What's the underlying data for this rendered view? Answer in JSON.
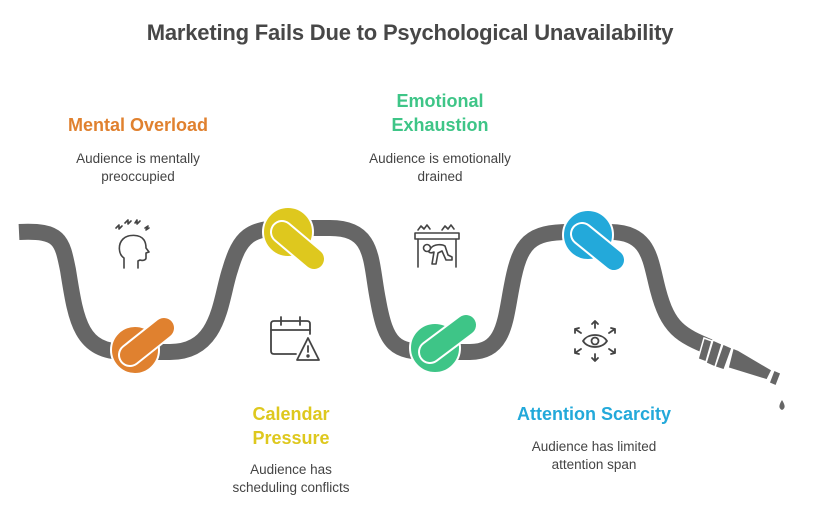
{
  "title": "Marketing Fails Due to Psychological Unavailability",
  "colors": {
    "hose": "#666666",
    "orange": "#E0812F",
    "yellow": "#DEC81E",
    "green": "#3EC587",
    "blue": "#23A9DA",
    "text": "#444444",
    "title": "#474747"
  },
  "stages": [
    {
      "label": "Mental Overload",
      "description_line1": "Audience is mentally",
      "description_line2": "preoccupied",
      "icon": "stressed-head-icon",
      "color": "#E0812F"
    },
    {
      "label_line1": "Calendar",
      "label_line2": "Pressure",
      "description_line1": "Audience has",
      "description_line2": "scheduling conflicts",
      "icon": "calendar-warning-icon",
      "color": "#DEC81E"
    },
    {
      "label_line1": "Emotional",
      "label_line2": "Exhaustion",
      "description_line1": "Audience is emotionally",
      "description_line2": "drained",
      "icon": "exhausted-person-icon",
      "color": "#3EC587"
    },
    {
      "label": "Attention Scarcity",
      "description_line1": "Audience has limited",
      "description_line2": "attention span",
      "icon": "eye-arrows-icon",
      "color": "#23A9DA"
    }
  ]
}
